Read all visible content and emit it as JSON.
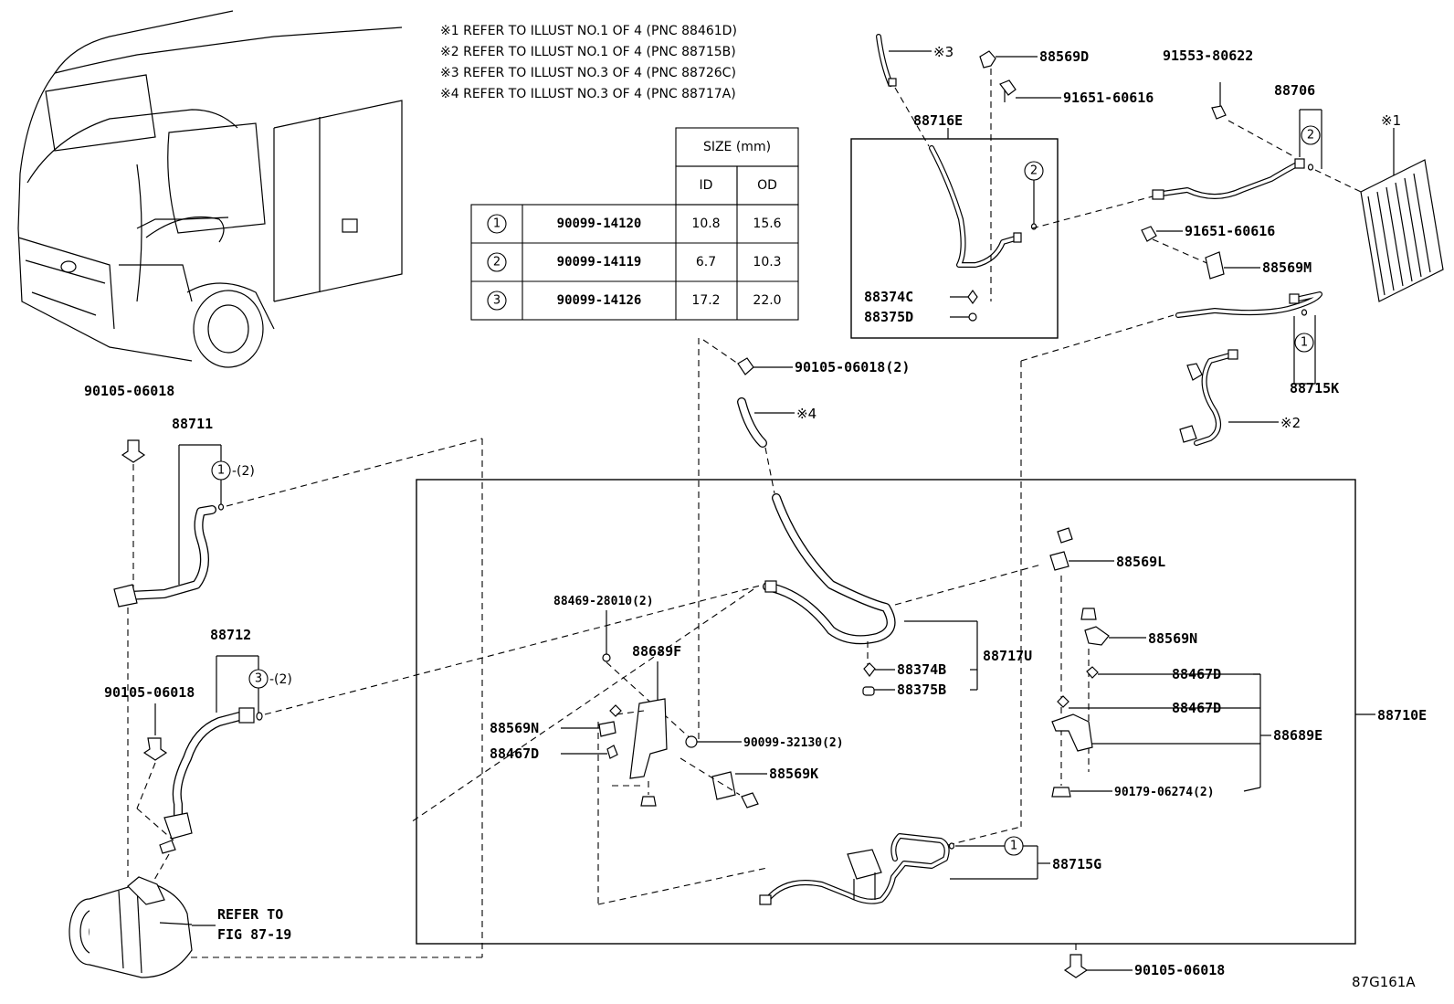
{
  "notes": [
    "※1 REFER TO ILLUST NO.1 OF 4 (PNC 88461D)",
    "※2 REFER TO ILLUST NO.1 OF 4 (PNC 88715B)",
    "※3 REFER TO ILLUST NO.3 OF 4 (PNC 88726C)",
    "※4 REFER TO ILLUST NO.3 OF 4 (PNC 88717A)"
  ],
  "size_table": {
    "header": "SIZE (mm)",
    "col_id": "ID",
    "col_od": "OD",
    "rows": [
      {
        "ref": "1",
        "part": "90099-14120",
        "id": "10.8",
        "od": "15.6"
      },
      {
        "ref": "2",
        "part": "90099-14119",
        "id": "6.7",
        "od": "10.3"
      },
      {
        "ref": "3",
        "part": "90099-14126",
        "id": "17.2",
        "od": "22.0"
      }
    ]
  },
  "callouts": {
    "r1": "1",
    "r2": "2",
    "r3": "3",
    "qty2": "-(2)"
  },
  "markers": {
    "m1": "※1",
    "m2": "※2",
    "m3": "※3",
    "m4": "※4"
  },
  "labels": {
    "p88569D": "88569D",
    "p91651_60616_a": "91651-60616",
    "p91553_80622": "91553-80622",
    "p88706": "88706",
    "p88716E": "88716E",
    "p91651_60616_b": "91651-60616",
    "p88569M": "88569M",
    "p88374C": "88374C",
    "p88375D": "88375D",
    "p88715K": "88715K",
    "p90105_06018_2": "90105-06018(2)",
    "p90105_06018_a": "90105-06018",
    "p88711": "88711",
    "p88712": "88712",
    "p90105_06018_b": "90105-06018",
    "p88569L": "88569L",
    "p88469_28010": "88469-28010(2)",
    "p88689F": "88689F",
    "p88569N_a": "88569N",
    "p88374B": "88374B",
    "p88717U": "88717U",
    "p88375B": "88375B",
    "p88467D_a": "88467D",
    "p88467D_b": "88467D",
    "p88710E": "88710E",
    "p88569N_b": "88569N",
    "p88467D_c": "88467D",
    "p90099_32130": "90099-32130(2)",
    "p88689E": "88689E",
    "p88569K": "88569K",
    "p90179_06274": "90179-06274(2)",
    "p88715G": "88715G",
    "p90105_06018_c": "90105-06018",
    "refer_to": "REFER TO",
    "fig": "FIG 87-19",
    "illus_id": "87G161A"
  }
}
